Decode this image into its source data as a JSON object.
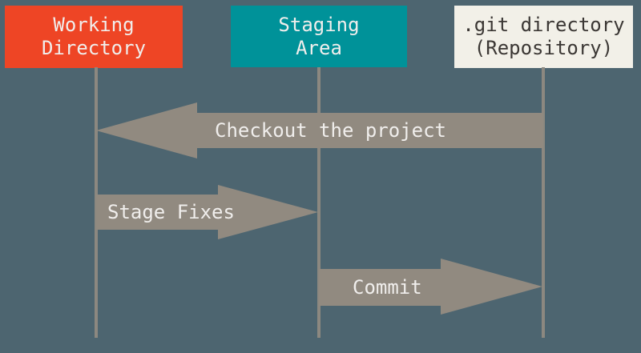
{
  "diagram": {
    "type": "git-areas-sequence-diagram",
    "columns": [
      {
        "id": "working-directory",
        "label_lines": [
          "Working",
          "Directory"
        ]
      },
      {
        "id": "staging-area",
        "label_lines": [
          "Staging",
          "Area"
        ]
      },
      {
        "id": "git-directory",
        "label_lines": [
          ".git directory",
          "(Repository)"
        ]
      }
    ],
    "arrows": [
      {
        "id": "checkout",
        "label": "Checkout the project",
        "from": "git-directory",
        "to": "working-directory",
        "direction": "left"
      },
      {
        "id": "stage-fixes",
        "label": "Stage Fixes",
        "from": "working-directory",
        "to": "staging-area",
        "direction": "right"
      },
      {
        "id": "commit",
        "label": "Commit",
        "from": "staging-area",
        "to": "git-directory",
        "direction": "right"
      }
    ],
    "colors": {
      "background": "#4d6570",
      "arrow": "#918a80",
      "line": "#8c8880",
      "working_directory": "#ee4525",
      "staging_area": "#009299",
      "git_directory": "#f2f0e8",
      "text_light": "#f0eeec",
      "text_dark": "#3b3734"
    }
  }
}
